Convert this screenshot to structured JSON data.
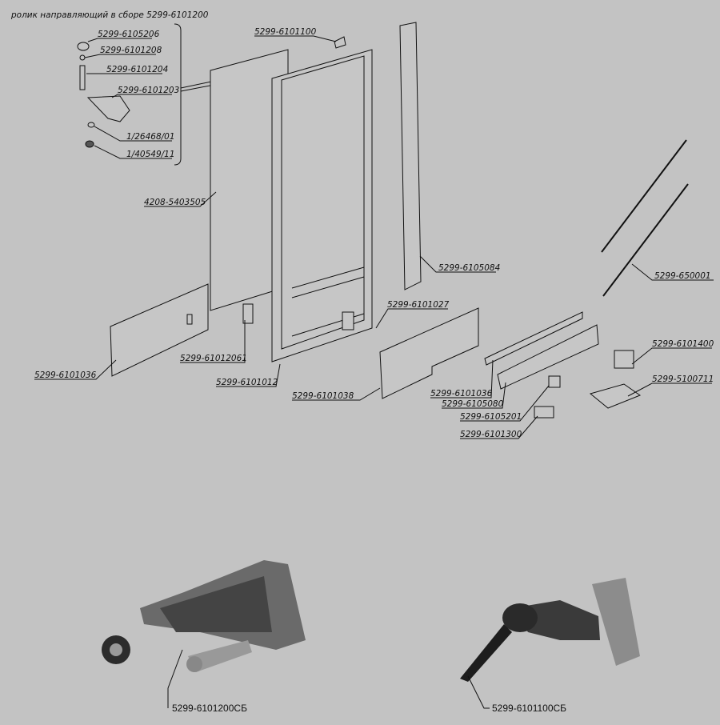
{
  "title": "ролик направляющий в сборе 5299-6101200",
  "labels": {
    "l6105206": "5299-6105206",
    "l6101208": "5299-6101208",
    "l6101204": "5299-6101204",
    "l6101203": "5299-6101203",
    "l26468": "1/26468/01",
    "l40549": "1/40549/11",
    "l6101100": "5299-6101100",
    "l5403505": "4208-5403505",
    "l6105084": "5299-6105084",
    "l650001": "5299-650001",
    "l6101027": "5299-6101027",
    "l6101400": "5299-6101400",
    "l5100711": "5299-5100711",
    "l6101036a": "5299-6101036",
    "l61012061": "5299-61012061",
    "l6101012": "5299-6101012",
    "l6101038": "5299-6101038",
    "l6101036b": "5299-6101036",
    "l6105080": "5299-6105080",
    "l6105201": "5299-6105201",
    "l6101300": "5299-6101300"
  },
  "captions": {
    "roller": "5299-6101200СБ",
    "hinge": "5299-6101100СБ"
  }
}
